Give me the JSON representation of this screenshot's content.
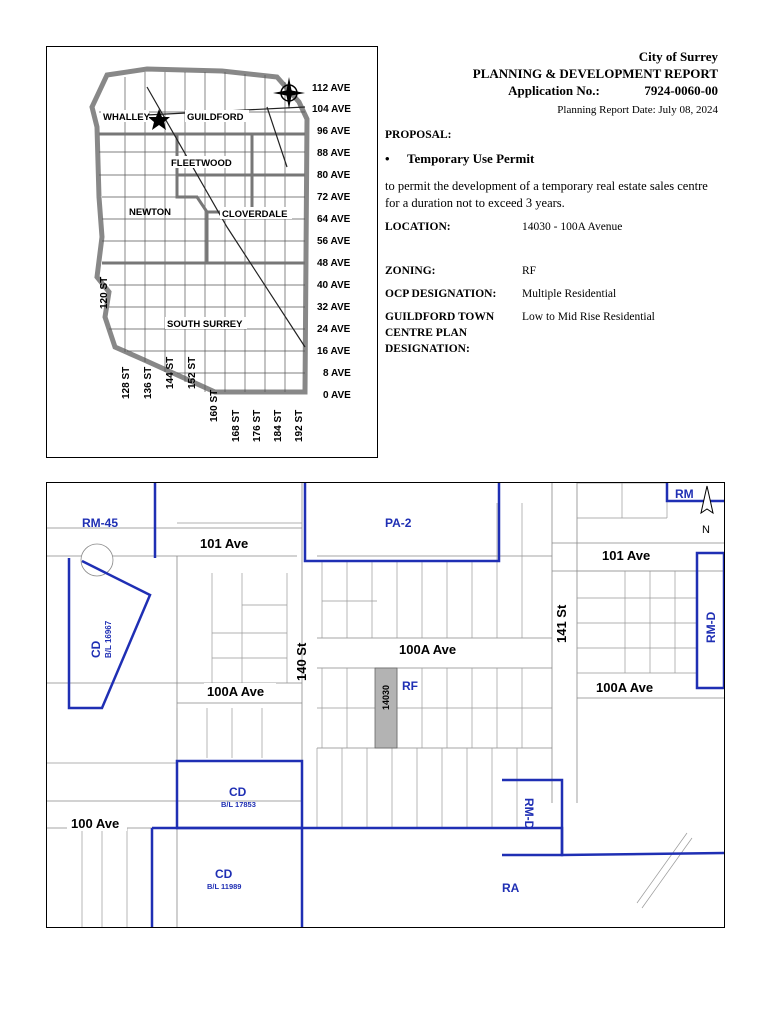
{
  "header": {
    "city": "City of Surrey",
    "title": "PLANNING & DEVELOPMENT REPORT",
    "app_label": "Application No.:",
    "app_no": "7924-0060-00",
    "report_date": "Planning Report Date: July 08, 2024"
  },
  "proposal": {
    "heading": "PROPOSAL:",
    "bullet": "Temporary Use Permit",
    "description": "to permit the development of a temporary real estate sales centre for a duration not to exceed 3 years."
  },
  "details": {
    "location_label": "LOCATION:",
    "location_value": "14030 - 100A Avenue",
    "zoning_label": "ZONING:",
    "zoning_value": "RF",
    "ocp_label": "OCP DESIGNATION:",
    "ocp_value": "Multiple Residential",
    "tcp_label_1": "GUILDFORD TOWN",
    "tcp_label_2": "CENTRE PLAN",
    "tcp_label_3": "DESIGNATION:",
    "tcp_value": "Low to Mid Rise Residential"
  },
  "key_map": {
    "areas": [
      "WHALLEY",
      "GUILDFORD",
      "FLEETWOOD",
      "NEWTON",
      "CLOVERDALE",
      "SOUTH SURREY"
    ],
    "avenues": [
      "112 AVE",
      "104 AVE",
      "96 AVE",
      "88 AVE",
      "80 AVE",
      "72 AVE",
      "64 AVE",
      "56 AVE",
      "48 AVE",
      "40 AVE",
      "32 AVE",
      "24 AVE",
      "16 AVE",
      "8 AVE",
      "0 AVE"
    ],
    "streets": [
      "120 ST",
      "128 ST",
      "136 ST",
      "144 ST",
      "152 ST",
      "160 ST",
      "168 ST",
      "176 ST",
      "184 ST",
      "192 ST"
    ]
  },
  "site_map": {
    "zones": {
      "rm45": "RM-45",
      "pa2": "PA-2",
      "rm_top": "RM",
      "cd1": "CD",
      "cd1_bl": "B/L 16967",
      "rmd_right": "RM-D",
      "rf": "RF",
      "cd2": "CD",
      "cd2_bl": "B/L 17853",
      "rmd_low": "RM-D",
      "cd3": "CD",
      "cd3_bl": "B/L 11989",
      "ra": "RA"
    },
    "streets": {
      "ave101_left": "101 Ave",
      "ave101_right": "101 Ave",
      "ave100a_left": "100A Ave",
      "ave100a_mid": "100A Ave",
      "ave100a_right": "100A Ave",
      "ave100": "100 Ave",
      "st140": "140 St",
      "st141": "141 St"
    },
    "subject_lot": "14030",
    "north": "N"
  }
}
